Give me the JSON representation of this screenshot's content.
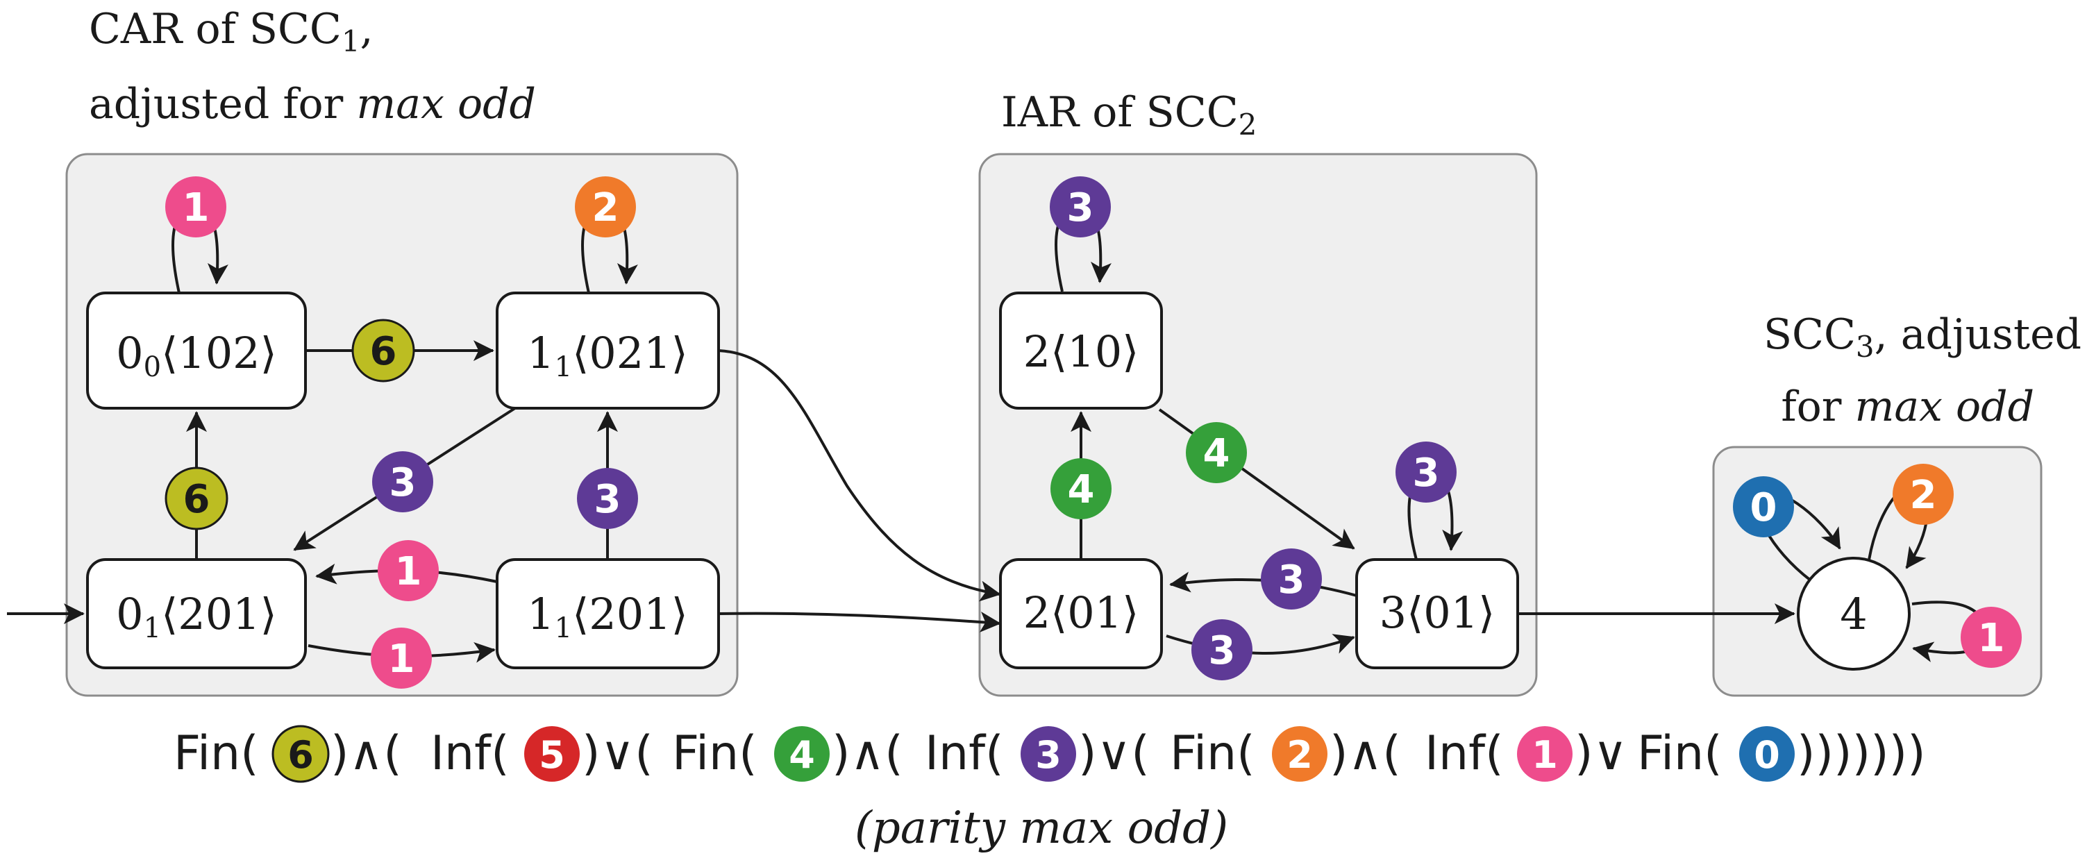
{
  "colors": {
    "c0": "#1f6fb0",
    "c1": "#ee4c8c",
    "c2": "#f07a2a",
    "c3": "#5e3a96",
    "c4": "#35a03a",
    "c5": "#d62728",
    "c6": "#bcbd22",
    "box_fill": "#efefef",
    "box_stroke": "#8c8c8c",
    "line": "#1a1a1a"
  },
  "groups": {
    "scc1": {
      "title_line1": "CAR of SCC",
      "title_line1_sub": "1",
      "title_line1_end": ",",
      "title_line2_pre": "adjusted for ",
      "title_line2_em": "max odd"
    },
    "scc2": {
      "title_pre": "IAR of SCC",
      "title_sub": "2"
    },
    "scc3": {
      "title_line1": "SCC",
      "title_line1_sub": "3",
      "title_line1_end": ", adjusted",
      "title_line2_pre": "for ",
      "title_line2_em": "max odd"
    }
  },
  "states": {
    "s00_102": {
      "base": "0",
      "sub": "0",
      "perm": "102"
    },
    "s11_021": {
      "base": "1",
      "sub": "1",
      "perm": "021"
    },
    "s01_201": {
      "base": "0",
      "sub": "1",
      "perm": "201"
    },
    "s11_201": {
      "base": "1",
      "sub": "1",
      "perm": "201"
    },
    "s2_10": {
      "base": "2",
      "perm": "10"
    },
    "s2_01": {
      "base": "2",
      "perm": "01"
    },
    "s3_01": {
      "base": "3",
      "perm": "01"
    },
    "s4": {
      "label": "4"
    }
  },
  "marks": {
    "loop_s00_102": "1",
    "loop_s11_021": "2",
    "s00_to_s11_021": "6",
    "s01_to_s00": "6",
    "s11_021_to_s01_201": "3",
    "s11_201_to_s11_021": "3",
    "s11_201_to_s01_201": "1",
    "s01_201_to_s11_201": "1",
    "loop_s2_10": "3",
    "s2_01_to_s2_10": "4",
    "s2_10_to_s3_01": "4",
    "loop_s3_01": "3",
    "s3_01_to_s2_01": "3",
    "s2_01_to_s3_01": "3",
    "s4_loop_a": "0",
    "s4_loop_b": "2",
    "s4_loop_c": "1"
  },
  "formula": {
    "fin1": "Fin(",
    "m6": "6",
    "and1": ")∧(",
    "inf1": "Inf(",
    "m5": "5",
    "or1": ")∨(",
    "fin2": "Fin(",
    "m4": "4",
    "and2": ")∧(",
    "inf2": "Inf(",
    "m3": "3",
    "or2": ")∨(",
    "fin3": "Fin(",
    "m2": "2",
    "and3": ")∧(",
    "inf3": "Inf(",
    "m1": "1",
    "or3": ")∨",
    "fin4": "Fin(",
    "m0": "0",
    "close": ")))))))",
    "caption": "(parity max odd)"
  }
}
